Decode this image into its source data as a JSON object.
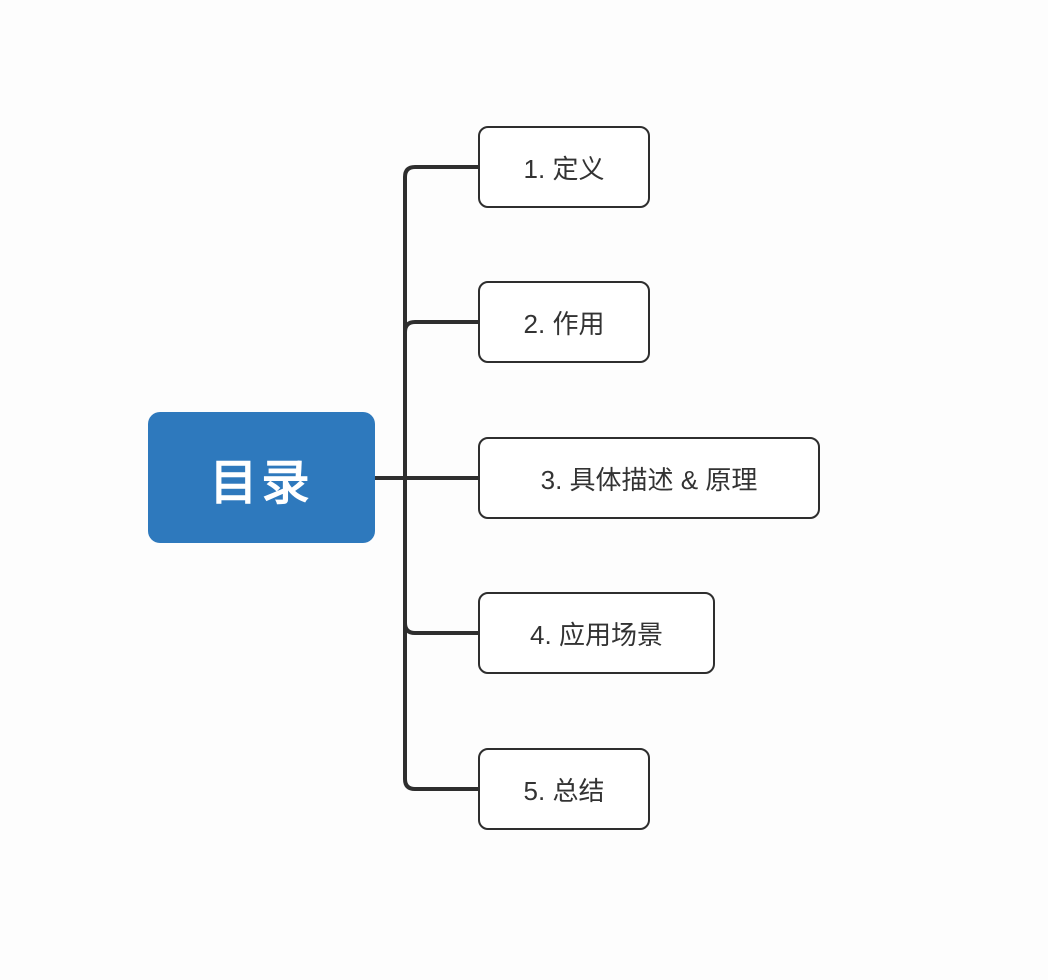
{
  "diagram": {
    "type": "mindmap",
    "root": {
      "label": "目录"
    },
    "nodes": [
      {
        "label": "1. 定义"
      },
      {
        "label": "2. 作用"
      },
      {
        "label": "3. 具体描述 & 原理"
      },
      {
        "label": "4. 应用场景"
      },
      {
        "label": "5. 总结"
      }
    ]
  },
  "colors": {
    "root_background": "#2e79bd",
    "root_text": "#ffffff",
    "node_background": "#ffffff",
    "node_border": "#2e2e2e",
    "node_text": "#333333",
    "connector": "#2e2e2e",
    "canvas_background": "#fdfdfd"
  }
}
